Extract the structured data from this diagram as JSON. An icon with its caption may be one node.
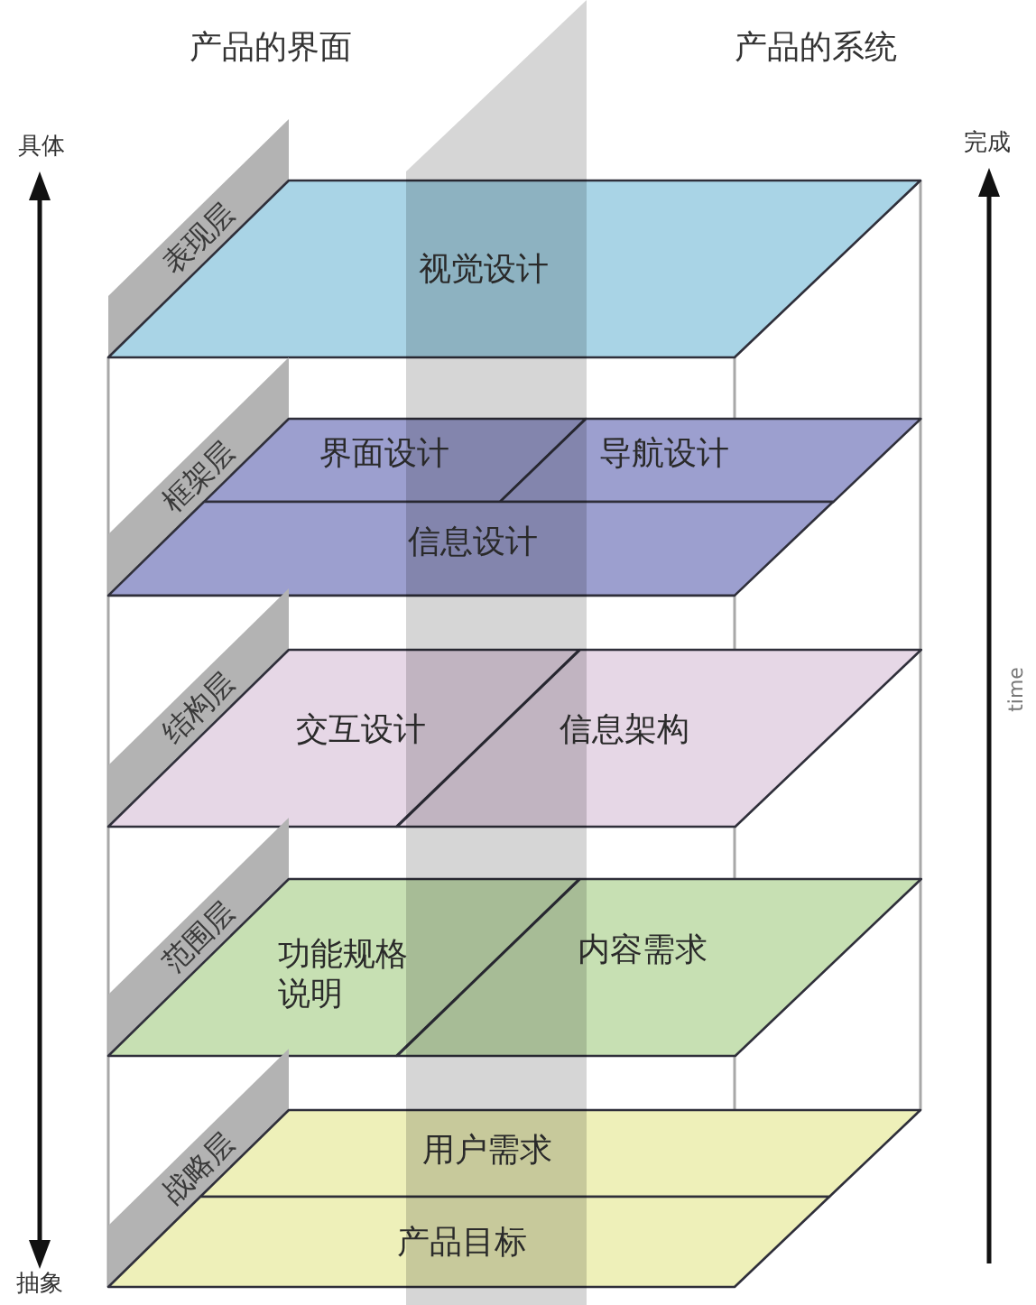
{
  "diagram": {
    "nodes": [
      {
        "text": [
          "表现层"
        ]
      },
      {
        "text": [
          "视觉设计"
        ]
      },
      {
        "text": [
          "框架层"
        ]
      },
      {
        "text": [
          "界面设计"
        ]
      },
      {
        "text": [
          "导航设计"
        ]
      },
      {
        "text": [
          "信息设计"
        ]
      },
      {
        "text": [
          "结构层"
        ]
      },
      {
        "text": [
          "交互设计"
        ]
      },
      {
        "text": [
          "信息架构"
        ]
      },
      {
        "text": [
          "范围层"
        ]
      },
      {
        "text": [
          "功能规格说明"
        ]
      },
      {
        "text": [
          "内容需求"
        ]
      },
      {
        "text": [
          "战略层"
        ]
      },
      {
        "text": [
          "用户需求"
        ]
      },
      {
        "text": [
          "产品目标"
        ]
      }
    ],
    "labels": [
      "产品的界面",
      "产品的系统",
      "具体",
      "完成",
      "time",
      "抽象"
    ]
  }
}
